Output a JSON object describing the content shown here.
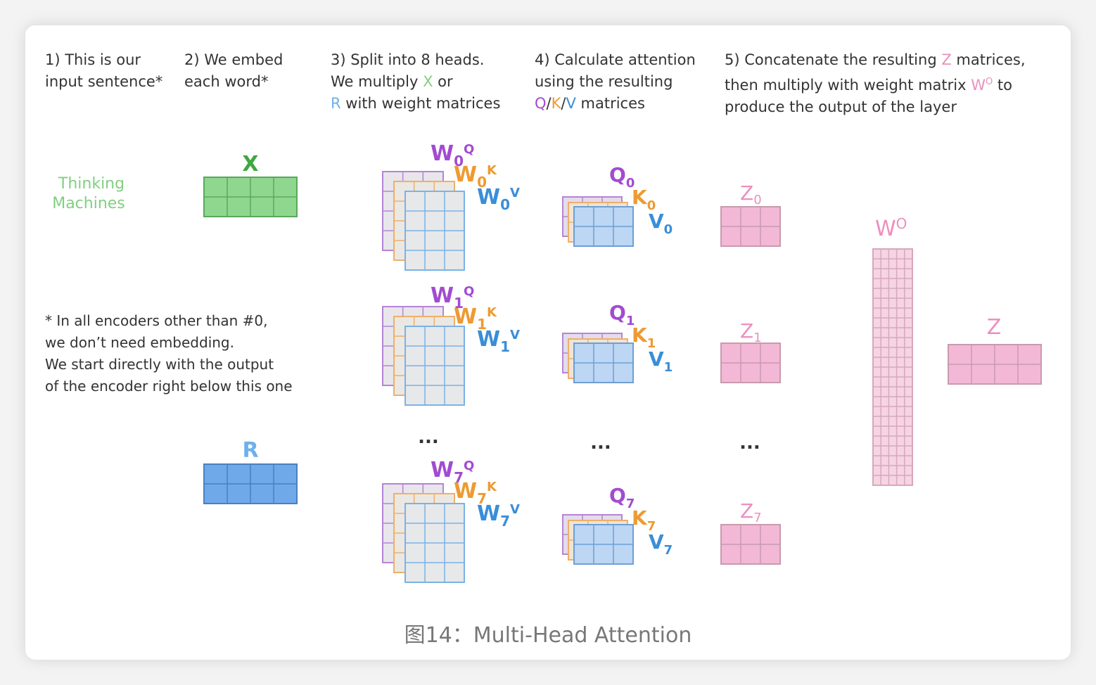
{
  "steps": {
    "s1": {
      "l1": "1) This is our",
      "l2": "input sentence*"
    },
    "s2": {
      "l1": "2) We embed",
      "l2": "each word*"
    },
    "s3": {
      "l1": "3) Split into 8 heads.",
      "l2a": "We multiply ",
      "x": "X",
      "l2b": " or",
      "r": "R",
      "l3": " with weight matrices"
    },
    "s4": {
      "l1": "4) Calculate attention",
      "l2": "using the resulting",
      "q": "Q",
      "sep1": "/",
      "k": "K",
      "sep2": "/",
      "v": "V",
      "l3": " matrices"
    },
    "s5": {
      "l1a": "5) Concatenate the resulting ",
      "z": "Z",
      "l1b": " matrices,",
      "l2a": "then multiply with weight matrix ",
      "wo": "W",
      "wo_sup": "O",
      "l2b": " to",
      "l3": "produce the output of the layer"
    }
  },
  "input_sentence": {
    "line1": "Thinking",
    "line2": "Machines"
  },
  "note": {
    "l1": "* In all encoders other than #0,",
    "l2": "we don’t need embedding.",
    "l3": "We start directly with the output",
    "l4": "of the encoder right below this one"
  },
  "labels": {
    "x": "X",
    "r": "R",
    "ellipsis": "...",
    "heads": [
      {
        "wq": "W",
        "wq_sub": "0",
        "wq_sup": "Q",
        "wk": "W",
        "wk_sub": "0",
        "wk_sup": "K",
        "wv": "W",
        "wv_sub": "0",
        "wv_sup": "V",
        "q": "Q",
        "q_sub": "0",
        "k": "K",
        "k_sub": "0",
        "v": "V",
        "v_sub": "0",
        "z": "Z",
        "z_sub": "0"
      },
      {
        "wq": "W",
        "wq_sub": "1",
        "wq_sup": "Q",
        "wk": "W",
        "wk_sub": "1",
        "wk_sup": "K",
        "wv": "W",
        "wv_sub": "1",
        "wv_sup": "V",
        "q": "Q",
        "q_sub": "1",
        "k": "K",
        "k_sub": "1",
        "v": "V",
        "v_sub": "1",
        "z": "Z",
        "z_sub": "1"
      },
      {
        "wq": "W",
        "wq_sub": "7",
        "wq_sup": "Q",
        "wk": "W",
        "wk_sub": "7",
        "wk_sup": "K",
        "wv": "W",
        "wv_sub": "7",
        "wv_sup": "V",
        "q": "Q",
        "q_sub": "7",
        "k": "K",
        "k_sub": "7",
        "v": "V",
        "v_sub": "7",
        "z": "Z",
        "z_sub": "7"
      }
    ],
    "wo": "W",
    "wo_sup": "O",
    "z_out": "Z"
  },
  "caption": "图14：Multi-Head Attention",
  "colors": {
    "green": "#7fd07f",
    "blue": "#6fb0ea",
    "purple": "#a24bd0",
    "orange": "#ee9a32",
    "light_blue": "#3a8ed8",
    "pink": "#ec8fbf"
  }
}
